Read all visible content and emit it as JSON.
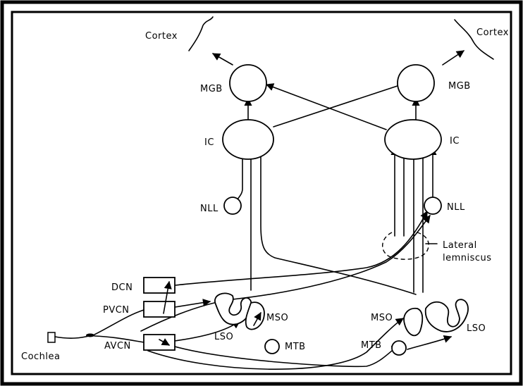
{
  "labels": {
    "cortex_left": "Cortex",
    "cortex_right": "Cortex",
    "mgb_left": "MGB",
    "mgb_right": "MGB",
    "ic_left": "IC",
    "ic_right": "IC",
    "nll_left": "NLL",
    "nll_right": "NLL",
    "lateral": "Lateral",
    "lemniscus": "lemniscus",
    "dcn": "DCN",
    "pvcn": "PVCN",
    "avcn": "AVCN",
    "cochlea": "Cochlea",
    "lso_left": "LSO",
    "mso_left": "MSO",
    "mtb_left": "MTB",
    "mso_right": "MSO",
    "lso_right": "LSO",
    "mtb_right": "MTB"
  }
}
